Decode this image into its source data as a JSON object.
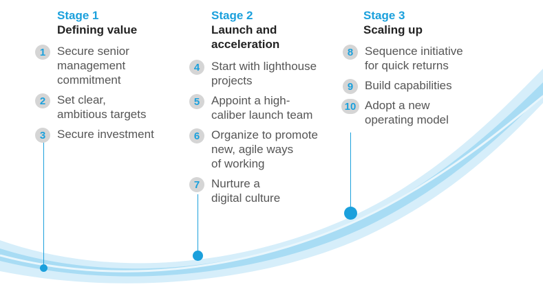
{
  "colors": {
    "accent": "#1ba0dc",
    "badge": "#d5d5d5",
    "band": "#bfe6f7"
  },
  "stages": [
    {
      "label": "Stage 1",
      "title": "Defining value",
      "steps": [
        {
          "num": "1",
          "text": "Secure senior\nmanagement\ncommitment"
        },
        {
          "num": "2",
          "text": "Set clear,\nambitious targets"
        },
        {
          "num": "3",
          "text": "Secure investment"
        }
      ]
    },
    {
      "label": "Stage 2",
      "title": "Launch and\nacceleration",
      "steps": [
        {
          "num": "4",
          "text": "Start with lighthouse\nprojects"
        },
        {
          "num": "5",
          "text": "Appoint a high-\ncaliber launch team"
        },
        {
          "num": "6",
          "text": "Organize to promote\nnew, agile ways\nof working"
        },
        {
          "num": "7",
          "text": "Nurture a\ndigital culture"
        }
      ]
    },
    {
      "label": "Stage 3",
      "title": "Scaling up",
      "steps": [
        {
          "num": "8",
          "text": "Sequence initiative\nfor quick returns"
        },
        {
          "num": "9",
          "text": "Build capabilities"
        },
        {
          "num": "10",
          "text": "Adopt a new\noperating model"
        }
      ]
    }
  ]
}
